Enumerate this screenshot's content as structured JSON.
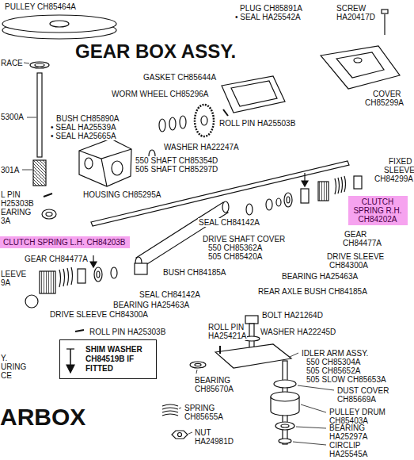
{
  "diagram": {
    "title": "GEAR BOX ASSY.",
    "nodes": [
      {
        "text": [
          "CLUTCH SPRING R.H. CH84202A"
        ]
      },
      {
        "text": [
          "CLUTCH SPRING L.H. CH84203B"
        ]
      },
      {
        "text": [
          "SHIM WASHER CH84519B IF FITTED"
        ]
      }
    ],
    "labels": [
      "PULLEY CH85464A",
      "RACE",
      "5300A",
      "301A",
      "L PIN",
      "H25303B",
      "EARING",
      "3A",
      "PLUG CH85891A",
      "• SEAL HA25542A",
      "SCREW",
      "HA20417D",
      "GASKET CH85644A",
      "COVER",
      "CH85299A",
      "WORM WHEEL CH85296A",
      "BUSH CH85890A",
      "• SEAL HA25539A",
      "• SEAL HA25665A",
      "ROLL PIN HA25503B",
      "WASHER HA22247A",
      "550 SHAFT CH85354D",
      "505 SHAFT CH85297D",
      "HOUSING CH85295A",
      "FIXED",
      "SLEEVE",
      "CH84299A",
      "GEAR",
      "CH84477A",
      "SEAL CH84142A",
      "DRIVE SHAFT COVER",
      "550 CH85362A",
      "505 CH85420A",
      "DRIVE SLEEVE",
      "CH84300A",
      "BEARING HA25463A",
      "REAR AXLE BUSH CH84185A",
      "GEAR CH84477A",
      "LEEVE",
      "9A",
      "BUSH CH84185A",
      "SEAL CH84142A",
      "BEARING HA25463A",
      "DRIVE SLEEVE CH84300A",
      "ROLL PIN HA25303B",
      "BOLT HA21264D",
      "ROLL PIN",
      "HA25421A",
      "WASHER HA22245D",
      "IDLER ARM ASSY.",
      "550 CH85304A",
      "505 CH85652A",
      "505 SLOW CH85653A",
      "Y.",
      "URING",
      "CE",
      "BEARING",
      "CH85670A",
      "DUST COVER",
      "CH85669A",
      "PULLEY DRUM",
      "CH85403A",
      "SPRING",
      "CH85655A",
      "NUT",
      "HA24981D",
      "BEARING",
      "HA25297A",
      "CIRCLIP",
      "HA25545A",
      "ARBOX"
    ]
  }
}
